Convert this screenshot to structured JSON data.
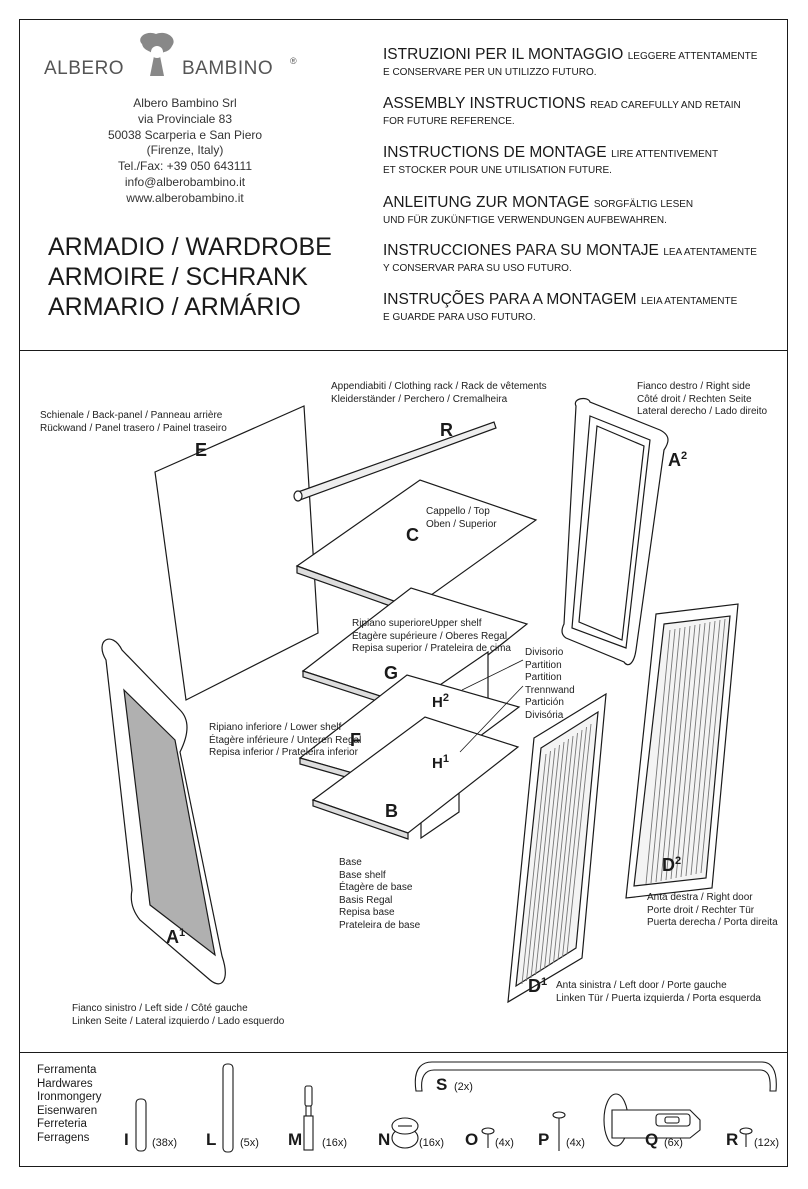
{
  "header": {
    "logo": {
      "left": "ALBERO",
      "right": "BAMBINO",
      "mark": "®"
    },
    "address": [
      "Albero Bambino Srl",
      "via Provinciale 83",
      "50038 Scarperia e San Piero",
      "(Firenze, Italy)",
      "Tel./Fax: +39 050 643111",
      "info@alberobambino.it",
      "www.alberobambino.it"
    ],
    "title_lines": [
      "ARMADIO / WARDROBE",
      "ARMOIRE / SCHRANK",
      "ARMARIO / ARMÁRIO"
    ],
    "instructions": [
      {
        "title": "ISTRUZIONI PER IL MONTAGGIO",
        "rest": "Leggere attentamente",
        "line2": "e conservare per un utilizzo futuro."
      },
      {
        "title": "ASSEMBLY INSTRUCTIONS",
        "rest": "Read carefully and retain",
        "line2": "for future reference."
      },
      {
        "title": "INSTRUCTIONS DE MONTAGE",
        "rest": "lire attentivement",
        "line2": "et stocker pour une utilisation future."
      },
      {
        "title": "ANLEITUNG ZUR MONTAGE",
        "rest": "sorgfältig lesen",
        "line2": "und für zukünftige verwendungen aufbewahren."
      },
      {
        "title": "INSTRUCCIONES PARA SU MONTAJE",
        "rest": "lea atentamente",
        "line2": "y conservar para su uso futuro."
      },
      {
        "title": "INSTRUÇÕES PARA A MONTAGEM",
        "rest": "leia atentamente",
        "line2": "e guarde para uso futuro."
      }
    ]
  },
  "diagram": {
    "parts": {
      "E": {
        "letter": "E",
        "label": [
          "Schienale / Back-panel / Panneau arrière",
          "Rückwand / Panel trasero / Painel traseiro"
        ]
      },
      "R": {
        "letter": "R",
        "label": [
          "Appendiabiti / Clothing rack / Rack de vêtements",
          "Kleiderständer / Perchero / Cremalheira"
        ]
      },
      "A2": {
        "letter": "A",
        "sup": "2",
        "label": [
          "Fianco destro / Right side",
          "Côté droit / Rechten Seite",
          "Lateral derecho / Lado direito"
        ]
      },
      "C": {
        "letter": "C",
        "label": [
          "Cappello / Top",
          "Oben / Superior"
        ]
      },
      "G": {
        "letter": "G",
        "label": [
          "Ripiano superioreUpper shelf",
          "Étagère supérieure / Oberes Regal",
          "Repisa superior / Prateleira de cima"
        ]
      },
      "H2": {
        "letter": "H",
        "sup": "2"
      },
      "H1": {
        "letter": "H",
        "sup": "1"
      },
      "partition": {
        "label": [
          "Divisorio",
          "Partition",
          "Partition",
          "Trennwand",
          "Partición",
          "Divisória"
        ]
      },
      "F": {
        "letter": "F",
        "label": [
          "Ripiano inferiore / Lower shelf",
          "Étagère inférieure / Unteren Regal",
          "Repisa inferior / Prateleira inferior"
        ]
      },
      "B": {
        "letter": "B",
        "label": [
          "Base",
          "Base shelf",
          "Étagère de base",
          "Basis Regal",
          "Repisa base",
          "Prateleira de base"
        ]
      },
      "A1": {
        "letter": "A",
        "sup": "1",
        "label": [
          "Fianco sinistro / Left side / Côté gauche",
          "Linken Seite / Lateral izquierdo / Lado esquerdo"
        ]
      },
      "D2": {
        "letter": "D",
        "sup": "2",
        "label": [
          "Anta destra / Right door",
          "Porte droit / Rechter Tür",
          "Puerta derecha / Porta direita"
        ]
      },
      "D1": {
        "letter": "D",
        "sup": "1",
        "label": [
          "Anta sinistra / Left door / Porte gauche",
          "Linken Tür / Puerta izquierda / Porta esquerda"
        ]
      }
    }
  },
  "hardware": {
    "label": [
      "Ferramenta",
      "Hardwares",
      "Ironmongery",
      "Eisenwaren",
      "Ferreteria",
      "Ferragens"
    ],
    "items": [
      {
        "letter": "I",
        "count": "(38x)",
        "icon": "dowel-icon"
      },
      {
        "letter": "L",
        "count": "(5x)",
        "icon": "long-dowel-icon"
      },
      {
        "letter": "M",
        "count": "(16x)",
        "icon": "cam-bolt-icon"
      },
      {
        "letter": "N",
        "count": "(16x)",
        "icon": "cam-lock-icon"
      },
      {
        "letter": "O",
        "count": "(4x)",
        "icon": "small-screw-icon"
      },
      {
        "letter": "P",
        "count": "(4x)",
        "icon": "screw-icon"
      },
      {
        "letter": "Q",
        "count": "(6x)",
        "icon": "hinge-icon"
      },
      {
        "letter": "R",
        "count": "(12x)",
        "icon": "short-screw-icon"
      },
      {
        "letter": "S",
        "count": "(2x)",
        "icon": "handle-icon"
      }
    ]
  }
}
